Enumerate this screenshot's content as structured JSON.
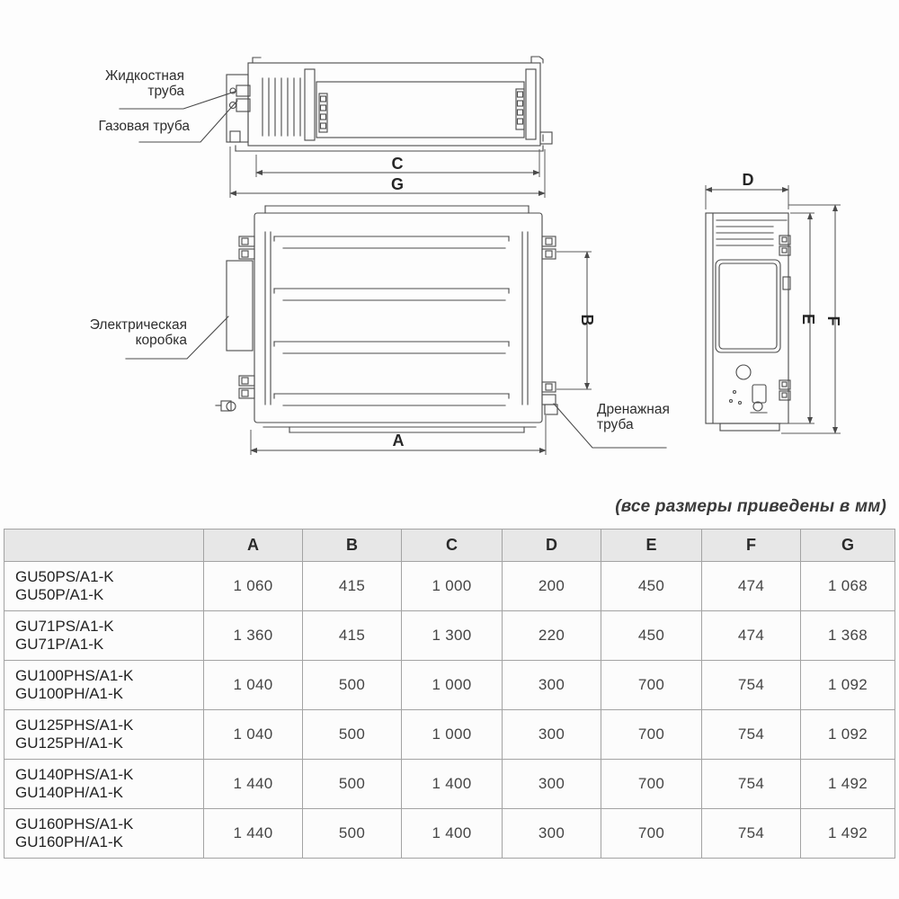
{
  "note": "(все размеры приведены в мм)",
  "diagram": {
    "labels": {
      "liquid_pipe": "Жидкостная труба",
      "gas_pipe": "Газовая труба",
      "electrical_box": "Электрическая коробка",
      "drain_pipe": "Дренажная труба"
    },
    "dims": {
      "a": "A",
      "b": "B",
      "c": "C",
      "d": "D",
      "e": "E",
      "f": "F",
      "g": "G"
    }
  },
  "table": {
    "headers": [
      "A",
      "B",
      "C",
      "D",
      "E",
      "F",
      "G"
    ],
    "rows": [
      {
        "models": [
          "GU50PS/A1-K",
          "GU50P/A1-K"
        ],
        "values": [
          "1 060",
          "415",
          "1 000",
          "200",
          "450",
          "474",
          "1 068"
        ]
      },
      {
        "models": [
          "GU71PS/A1-K",
          "GU71P/A1-K"
        ],
        "values": [
          "1 360",
          "415",
          "1 300",
          "220",
          "450",
          "474",
          "1 368"
        ]
      },
      {
        "models": [
          "GU100PHS/A1-K",
          "GU100PH/A1-K"
        ],
        "values": [
          "1 040",
          "500",
          "1 000",
          "300",
          "700",
          "754",
          "1 092"
        ]
      },
      {
        "models": [
          "GU125PHS/A1-K",
          "GU125PH/A1-K"
        ],
        "values": [
          "1 040",
          "500",
          "1 000",
          "300",
          "700",
          "754",
          "1 092"
        ]
      },
      {
        "models": [
          "GU140PHS/A1-K",
          "GU140PH/A1-K"
        ],
        "values": [
          "1 440",
          "500",
          "1 400",
          "300",
          "700",
          "754",
          "1 492"
        ]
      },
      {
        "models": [
          "GU160PHS/A1-K",
          "GU160PH/A1-K"
        ],
        "values": [
          "1 440",
          "500",
          "1 400",
          "300",
          "700",
          "754",
          "1 492"
        ]
      }
    ]
  }
}
